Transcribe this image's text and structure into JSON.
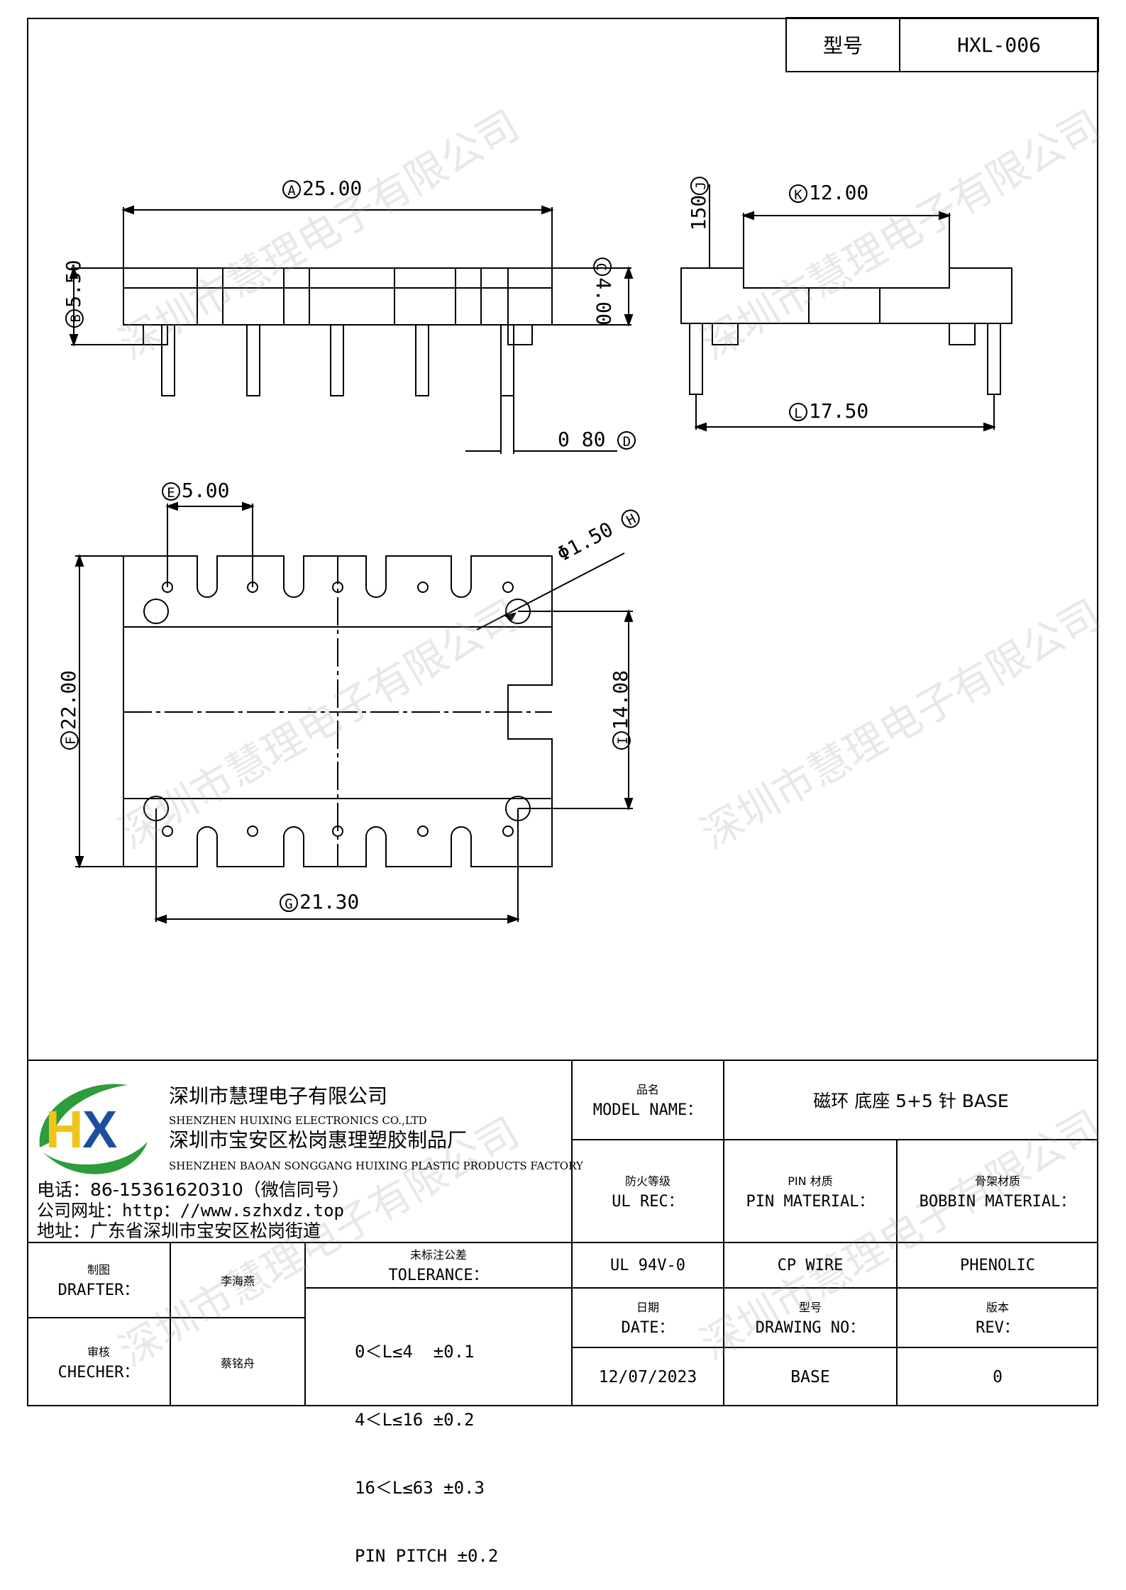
{
  "header": {
    "model_label": "型号",
    "model_value": "HXL-006"
  },
  "dimensions": {
    "A": {
      "letter": "A",
      "value": "25.00"
    },
    "B": {
      "letter": "B",
      "value": "5.50"
    },
    "C": {
      "letter": "C",
      "value": "4.00"
    },
    "D": {
      "letter": "D",
      "value": "0 80"
    },
    "E": {
      "letter": "E",
      "value": "5.00"
    },
    "F": {
      "letter": "F",
      "value": "22.00"
    },
    "G": {
      "letter": "G",
      "value": "21.30"
    },
    "H": {
      "letter": "H",
      "value": "Φ1.50"
    },
    "I": {
      "letter": "I",
      "value": "14.08"
    },
    "J": {
      "letter": "J",
      "value": "150"
    },
    "K": {
      "letter": "K",
      "value": "12.00"
    },
    "L": {
      "letter": "L",
      "value": "17.50"
    }
  },
  "watermark": "深圳市慧理电子有限公司",
  "company": {
    "logo_text": "HX",
    "name_cn": "深圳市慧理电子有限公司",
    "name_en": "SHENZHEN HUIXING ELECTRONICS CO.,LTD",
    "factory_cn": "深圳市宝安区松岗惠理塑胶制品厂",
    "factory_en": "SHENZHEN BAOAN SONGGANG HUIXING PLASTIC PRODUCTS FACTORY",
    "phone": "电话：86-15361620310（微信同号）",
    "website": "公司网址：http：//www.szhxdz.top",
    "address": "地址：广东省深圳市宝安区松岗街道"
  },
  "title_block": {
    "model_name_cn": "品名",
    "model_name_en": "MODEL NAME：",
    "model_name_value": "磁环 底座 5+5 针 BASE",
    "ul_cn": "防火等级",
    "ul_en": "UL REC：",
    "pin_cn": "PIN 材质",
    "pin_en": "PIN MATERIAL：",
    "bobbin_cn": "骨架材质",
    "bobbin_en": "BOBBIN MATERIAL：",
    "ul_value": "UL 94V-0",
    "pin_value": "CP WIRE",
    "bobbin_value": "PHENOLIC",
    "drafter_cn": "制图",
    "drafter_en": "DRAFTER：",
    "drafter_name": "李海燕",
    "checker_cn": "审核",
    "checker_en": "CHECHER：",
    "checker_name": "蔡铭舟",
    "tolerance_cn": "未标注公差",
    "tolerance_en": "TOLERANCE：",
    "tolerance_rows": [
      "0＜L≤4  ±0.1",
      "4＜L≤16 ±0.2",
      "16＜L≤63 ±0.3",
      "PIN PITCH ±0.2"
    ],
    "date_cn": "日期",
    "date_en": "DATE：",
    "date_value": "12/07/2023",
    "drawing_cn": "型号",
    "drawing_en": "DRAWING NO：",
    "drawing_value": "BASE",
    "rev_cn": "版本",
    "rev_en": "REV：",
    "rev_value": "0"
  },
  "colors": {
    "logo_green": "#2e9c3a",
    "logo_yellow": "#f0c419",
    "logo_blue": "#1d4e9e"
  }
}
